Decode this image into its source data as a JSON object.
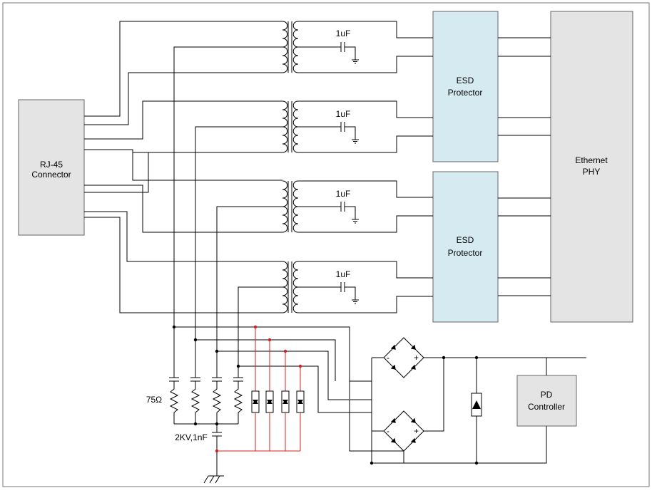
{
  "diagram": {
    "rj45": {
      "line1": "RJ-45",
      "line2": "Connector"
    },
    "esd_top": {
      "line1": "ESD",
      "line2": "Protector"
    },
    "esd_bottom": {
      "line1": "ESD",
      "line2": "Protector"
    },
    "phy": {
      "line1": "Ethernet",
      "line2": "PHY"
    },
    "pd": {
      "line1": "PD",
      "line2": "Controller"
    },
    "cap_labels": [
      "1uF",
      "1uF",
      "1uF",
      "1uF"
    ],
    "resistor_label": "75Ω",
    "hv_cap_label": "2KV,1nF",
    "colors": {
      "esd_fill": "#d6eaf1",
      "block_fill": "#e4e4e4",
      "highlight_wire": "#d42020"
    }
  }
}
